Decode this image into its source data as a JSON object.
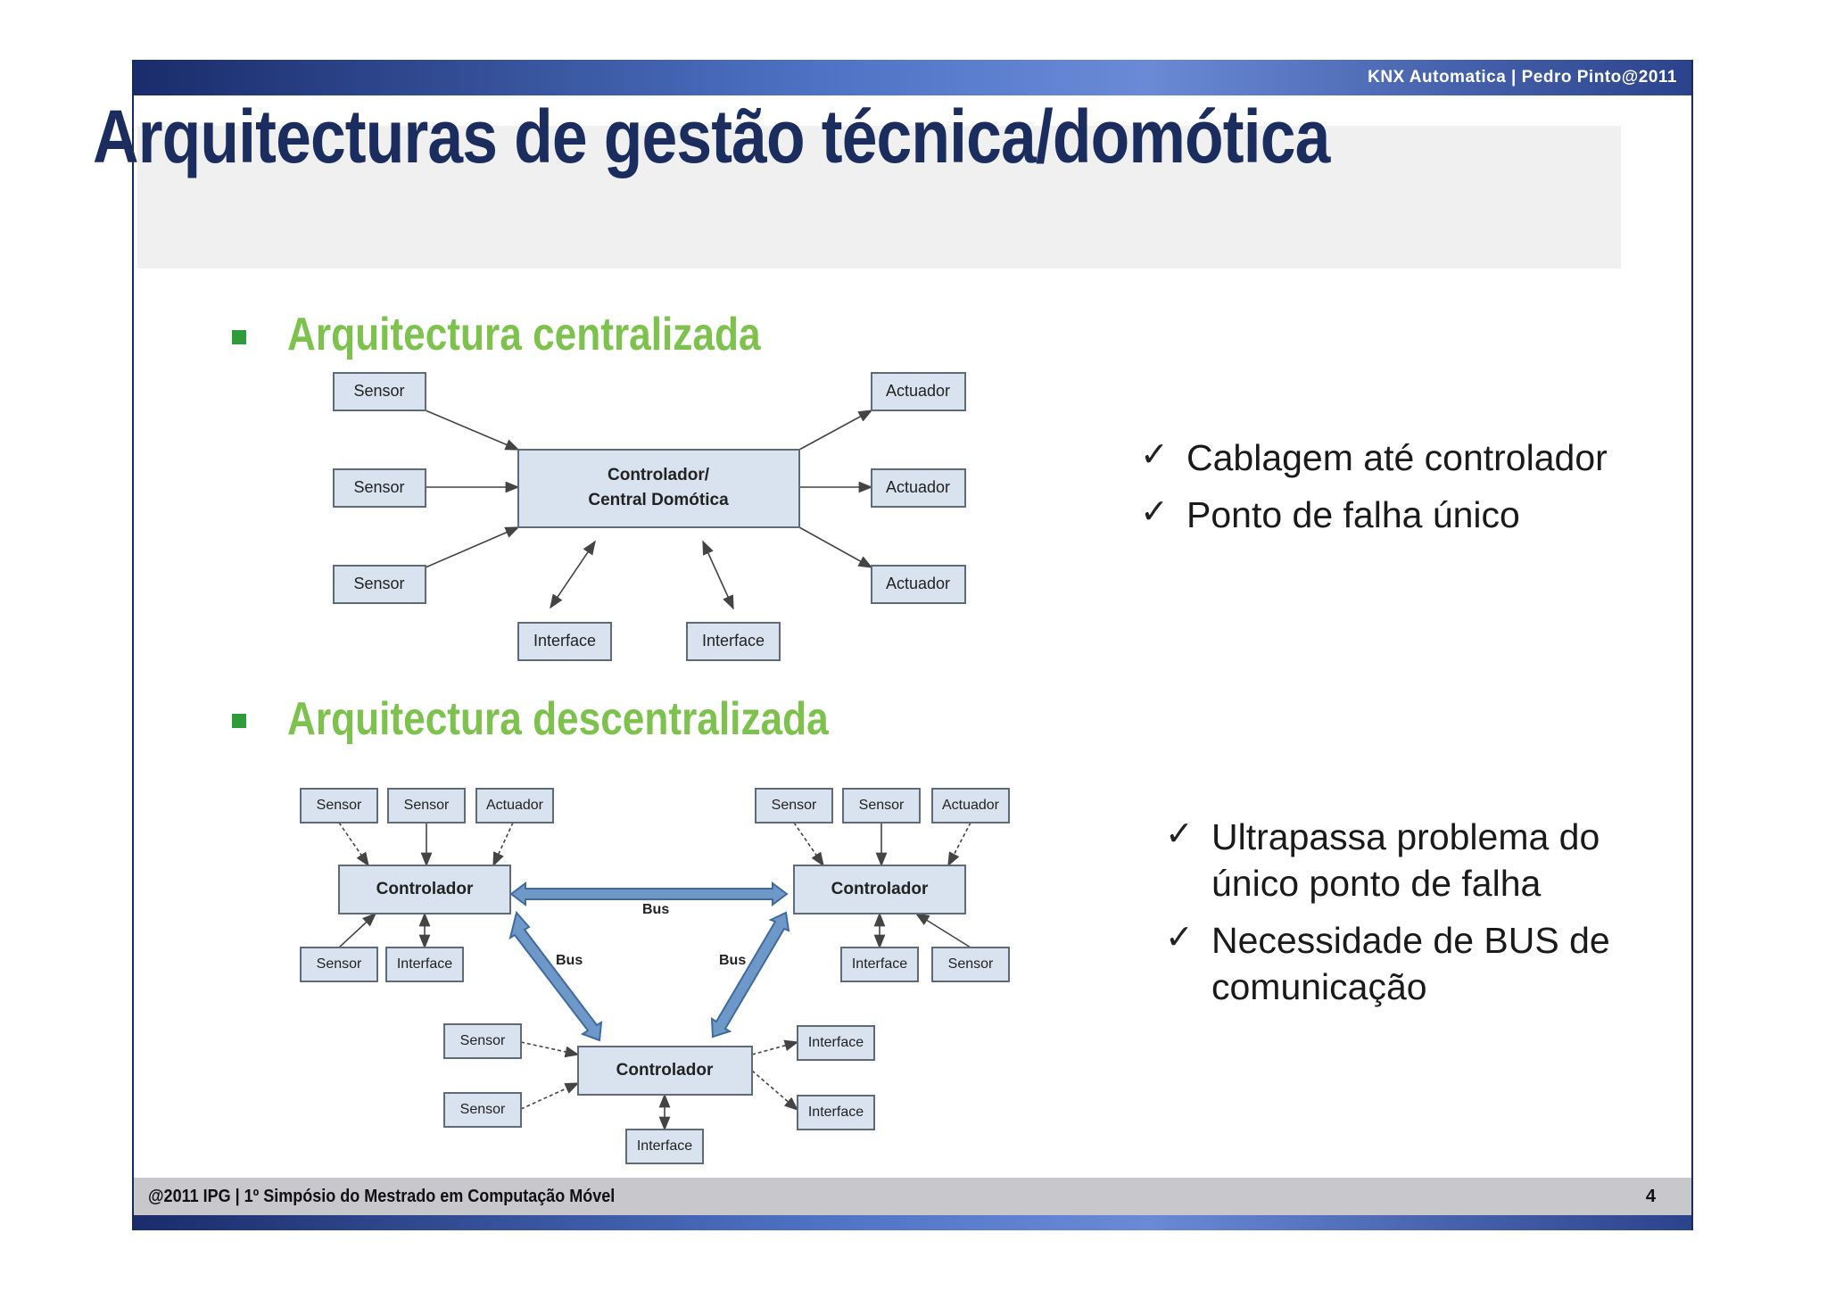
{
  "header": {
    "text": "KNX Automatica  |  Pedro Pinto@2011"
  },
  "title": "Arquitecturas de gestão técnica/domótica",
  "section1": {
    "heading": "Arquitectura centralizada",
    "diagram": {
      "center": [
        "Controlador/",
        "Central Domótica"
      ],
      "sensors": [
        "Sensor",
        "Sensor",
        "Sensor"
      ],
      "actuators": [
        "Actuador",
        "Actuador",
        "Actuador"
      ],
      "interfaces": [
        "Interface",
        "Interface"
      ]
    },
    "checks": [
      "Cablagem até controlador",
      "Ponto de falha único"
    ]
  },
  "section2": {
    "heading": "Arquitectura descentralizada",
    "diagram": {
      "left_top": [
        "Sensor",
        "Sensor",
        "Actuador"
      ],
      "left_controller": "Controlador",
      "left_bottom": [
        "Sensor",
        "Interface"
      ],
      "right_top": [
        "Sensor",
        "Sensor",
        "Actuador"
      ],
      "right_controller": "Controlador",
      "right_bottom": [
        "Interface",
        "Sensor"
      ],
      "bottom_controller": "Controlador",
      "bottom_inputs": [
        "Sensor",
        "Sensor"
      ],
      "bottom_outputs": [
        "Interface",
        "Interface"
      ],
      "bottom_interface": "Interface",
      "bus_labels": [
        "Bus",
        "Bus",
        "Bus"
      ]
    },
    "checks": [
      [
        "Ultrapassa problema do",
        "único ponto de falha"
      ],
      [
        "Necessidade de BUS de",
        "comunicação"
      ]
    ]
  },
  "footer": {
    "left": "@2011 IPG  |  1º Simpósio do Mestrado em Computação Móvel",
    "page": "4"
  },
  "icons": {
    "bullet": "square-bullet-icon",
    "check": "check-mark-icon"
  },
  "colors": {
    "title": "#1b2d5e",
    "heading": "#7ec24e",
    "bullet": "#2e9a3a",
    "bar": "#4f74c6"
  }
}
